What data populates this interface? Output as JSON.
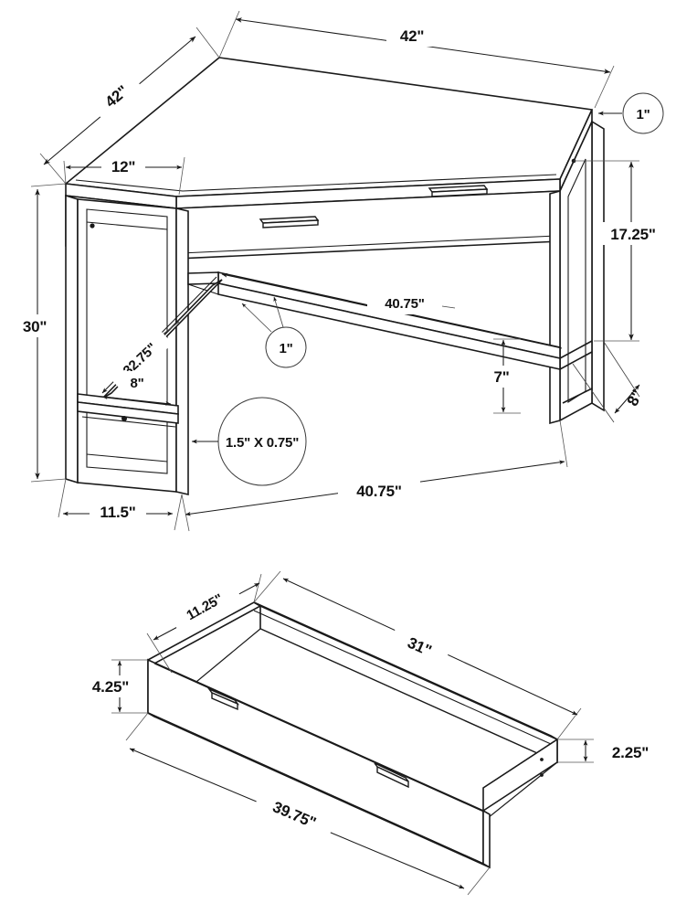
{
  "document": {
    "type": "technical-line-drawing",
    "subject": "Corner computer desk with drawer",
    "units": "inches",
    "background_color": "#ffffff",
    "line_color": "#1a1a1a"
  },
  "views": [
    {
      "name": "desk-assembly-view",
      "label": "Corner desk isometric view"
    },
    {
      "name": "drawer-detail-view",
      "label": "Drawer box isometric view"
    }
  ],
  "dimensions": {
    "desk": {
      "top_right_edge": "42\"",
      "top_left_edge": "42\"",
      "top_front_bevel": "12\"",
      "top_thickness_callout": "1\"",
      "overall_height": "30\"",
      "clearance_height": "17.25\"",
      "shelf_length": "40.75\"",
      "base_width": "40.75\"",
      "side_depth": "11.5\"",
      "brace_length": "32.75\"",
      "brace_offset": "8\"",
      "shelf_to_floor": "7\"",
      "foot_depth_right": "8\"",
      "panel_thickness_callout": "1\"",
      "frame_profile_callout": "1.5\" X 0.75\""
    },
    "drawer": {
      "side_height": "4.25\"",
      "inner_width": "11.25\"",
      "inner_length": "31\"",
      "face_length": "39.75\"",
      "back_height": "2.25\""
    }
  },
  "annotations": [
    {
      "id": "d-top-right",
      "text": "42\"",
      "kind": "linear"
    },
    {
      "id": "d-top-left",
      "text": "42\"",
      "kind": "linear"
    },
    {
      "id": "d-bevel",
      "text": "12\"",
      "kind": "linear"
    },
    {
      "id": "c-top-thick",
      "text": "1\"",
      "kind": "balloon"
    },
    {
      "id": "d-height",
      "text": "30\"",
      "kind": "linear"
    },
    {
      "id": "d-clearance",
      "text": "17.25\"",
      "kind": "linear"
    },
    {
      "id": "d-shelf-len",
      "text": "40.75\"",
      "kind": "linear"
    },
    {
      "id": "d-base-width",
      "text": "40.75\"",
      "kind": "linear"
    },
    {
      "id": "d-side-depth",
      "text": "11.5\"",
      "kind": "linear"
    },
    {
      "id": "d-brace",
      "text": "32.75\"",
      "kind": "linear"
    },
    {
      "id": "d-brace-off",
      "text": "8\"",
      "kind": "linear"
    },
    {
      "id": "d-shelf-floor",
      "text": "7\"",
      "kind": "linear"
    },
    {
      "id": "d-foot-right",
      "text": "8\"",
      "kind": "linear"
    },
    {
      "id": "c-panel",
      "text": "1\"",
      "kind": "balloon"
    },
    {
      "id": "c-profile",
      "text": "1.5\" X 0.75\"",
      "kind": "balloon"
    },
    {
      "id": "dr-side-h",
      "text": "4.25\"",
      "kind": "linear"
    },
    {
      "id": "dr-width",
      "text": "11.25\"",
      "kind": "linear"
    },
    {
      "id": "dr-length",
      "text": "31\"",
      "kind": "linear"
    },
    {
      "id": "dr-face",
      "text": "39.75\"",
      "kind": "linear"
    },
    {
      "id": "dr-back-h",
      "text": "2.25\"",
      "kind": "linear"
    }
  ]
}
